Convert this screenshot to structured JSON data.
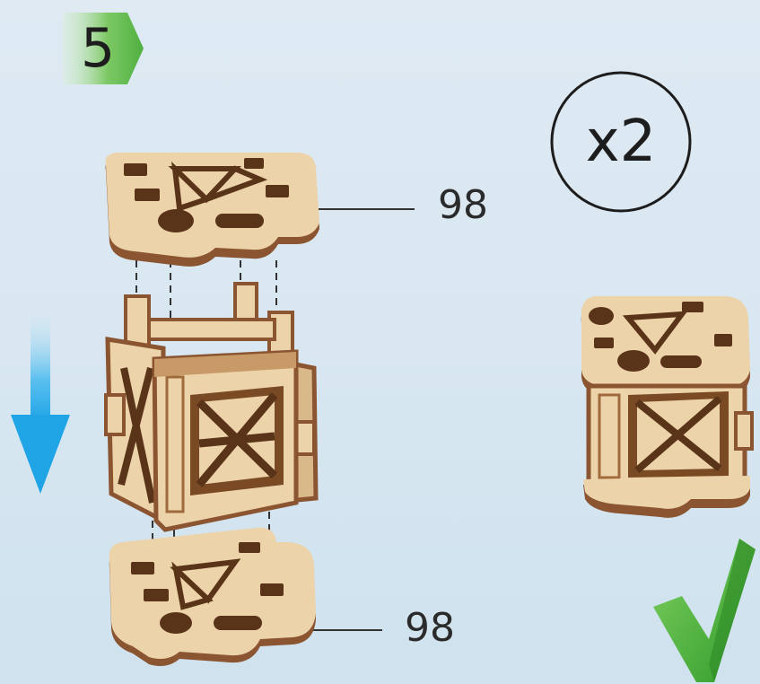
{
  "step": {
    "number": "5"
  },
  "quantity": {
    "label": "x2"
  },
  "parts": {
    "top_plate_label": "98",
    "bottom_plate_label": "98"
  },
  "colors": {
    "badge_green": "#5cb85c",
    "arrow_blue": "#29a9e8",
    "check_green": "#4cae3a",
    "wood_light": "#ecd3aa",
    "wood_dark": "#8a5530"
  },
  "icons": {
    "direction": "arrow-down-icon",
    "result": "checkmark-icon"
  }
}
